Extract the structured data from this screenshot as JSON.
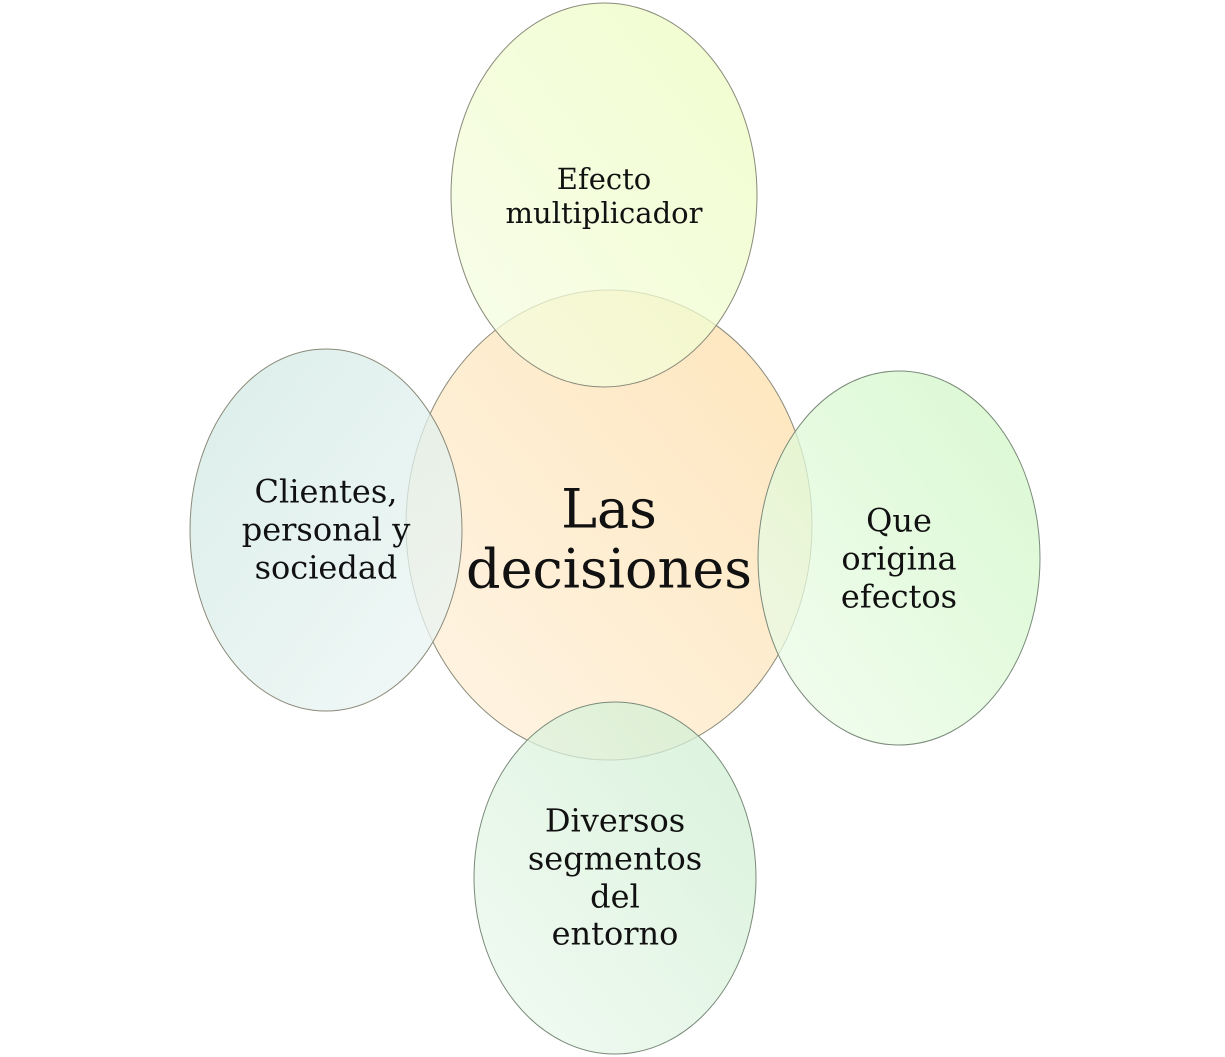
{
  "diagram": {
    "center": {
      "lines": [
        "Las",
        "decisiones"
      ],
      "color": "#fde9c6"
    },
    "nodes": [
      {
        "id": "top",
        "lines": [
          "Efecto",
          "multiplicador"
        ],
        "color": "#eefcc4"
      },
      {
        "id": "left",
        "lines": [
          "Clientes,",
          "personal y",
          "sociedad"
        ],
        "color": "#cfe8e3"
      },
      {
        "id": "right",
        "lines": [
          "Que",
          "origina",
          "efectos"
        ],
        "color": "#d2f6c8"
      },
      {
        "id": "bottom",
        "lines": [
          "Diversos",
          "segmentos",
          "del",
          "entorno"
        ],
        "color": "#d3efd5"
      }
    ]
  }
}
